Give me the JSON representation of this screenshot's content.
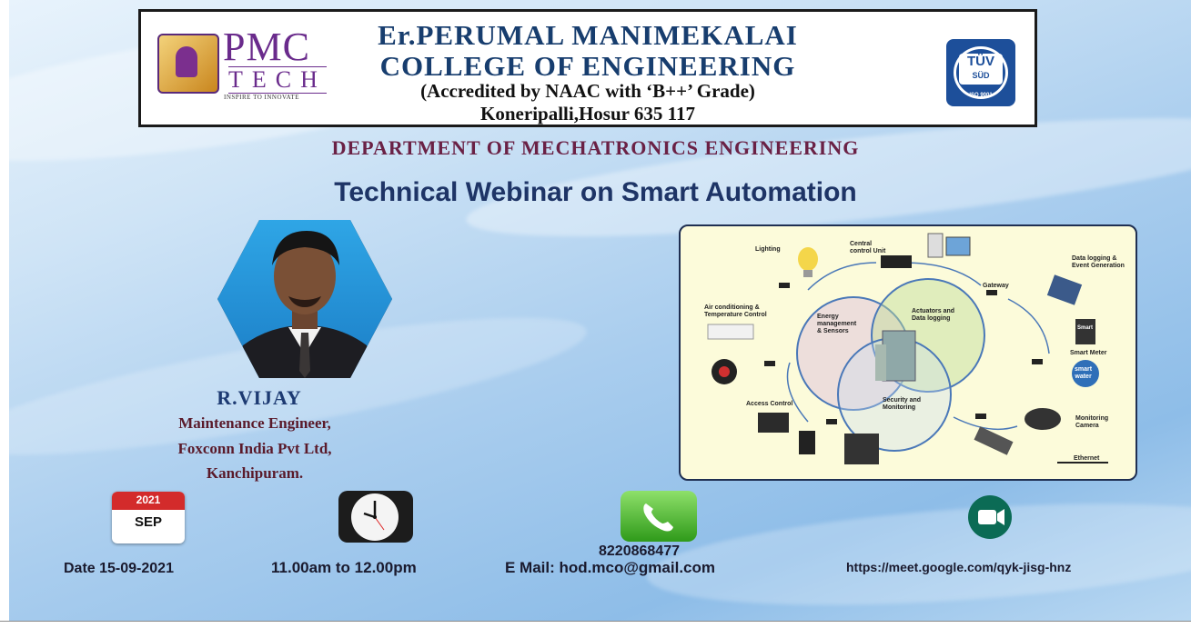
{
  "header": {
    "logo_main": "PMC",
    "logo_sub": "TECH",
    "logo_tagline": "INSPIRE TO INNOVATE",
    "college_line1": "Er.PERUMAL MANIMEKALAI",
    "college_line2": "COLLEGE OF ENGINEERING",
    "accreditation": "(Accredited by NAAC with ‘B++’ Grade)",
    "address": "Koneripalli,Hosur 635 117",
    "cert_logo": "TÜV",
    "cert_sub": "SÜD",
    "cert_iso": "ISO 9001"
  },
  "department": "DEPARTMENT OF MECHATRONICS ENGINEERING",
  "webinar_title": "Technical Webinar on Smart Automation",
  "speaker": {
    "name": "R.VIJAY",
    "role": "Maintenance Engineer,",
    "company": "Foxconn India Pvt Ltd,",
    "city": "Kanchipuram."
  },
  "diagram": {
    "labels": {
      "lighting": "Lighting",
      "central": "Central\ncontrol Unit",
      "datalog": "Data logging &\nEvent Generation",
      "gateway": "Gateway",
      "aircon": "Air conditioning &\nTemperature Control",
      "energy": "Energy\nmanagement\n& Sensors",
      "actuators": "Actuators and\nData logging",
      "smartmeter": "Smart Meter",
      "smart_meter_box": "Smart",
      "smartwater": "smart\nwater",
      "access": "Access Control",
      "security": "Security and\nMonitoring",
      "camera": "Monitoring\nCamera",
      "ethernet": "Ethernet"
    }
  },
  "event": {
    "calendar_year": "2021",
    "calendar_month": "SEP",
    "date": "Date 15-09-2021",
    "time": "11.00am to 12.00pm",
    "phone": "8220868477",
    "email": "E Mail: hod.mco@gmail.com",
    "meet_link": "https://meet.google.com/qyk-jisg-hnz"
  },
  "colors": {
    "navy": "#1e3466",
    "maroon": "#6a2145",
    "purple": "#6a2b8c"
  }
}
